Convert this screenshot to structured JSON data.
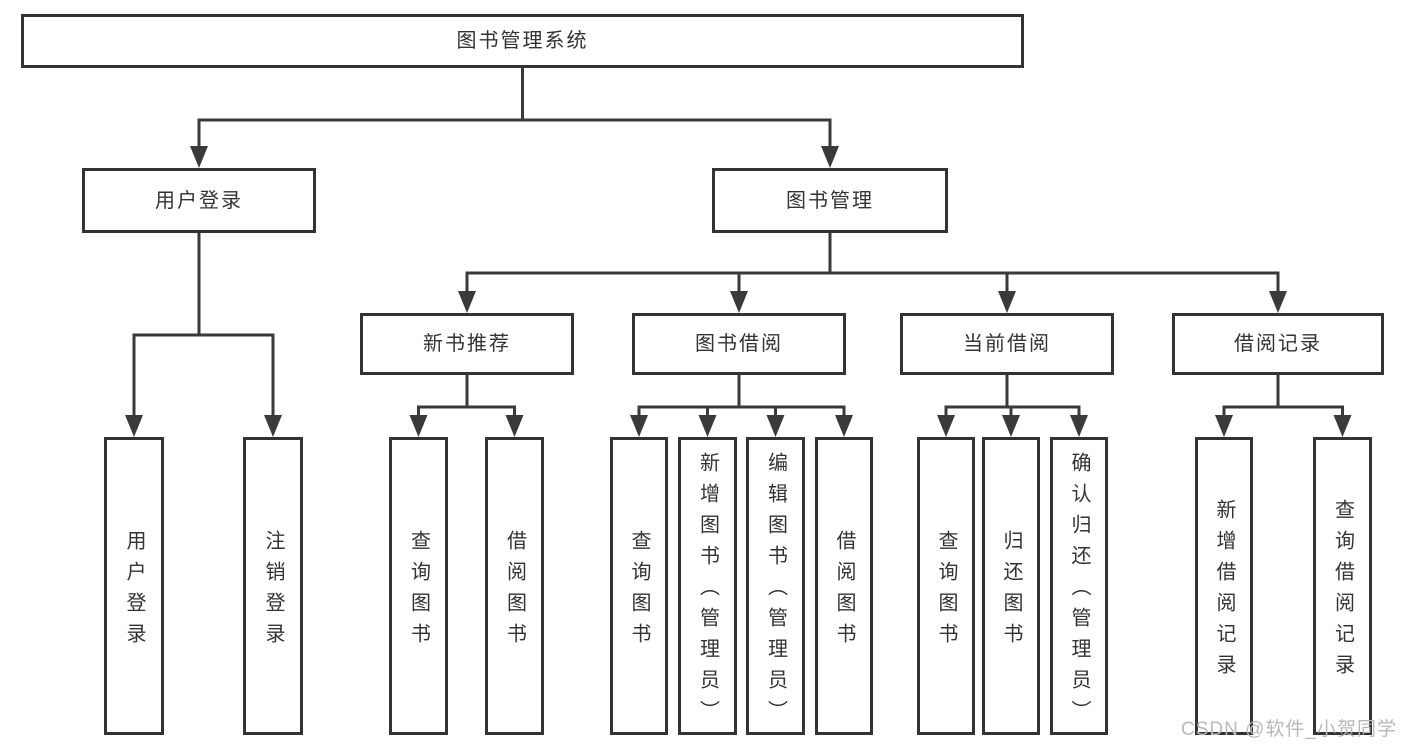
{
  "diagram_title": "图书管理系统",
  "watermark": "CSDN @软件_小贺同学",
  "colors": {
    "line": "#3a3a3a",
    "box_border": "#333333",
    "text": "#333333",
    "watermark": "#b9b9b9",
    "background": "#ffffff"
  },
  "nodes": [
    {
      "id": "root",
      "label": "图书管理系统",
      "parent": null
    },
    {
      "id": "login",
      "label": "用户登录",
      "parent": "root"
    },
    {
      "id": "mgmt",
      "label": "图书管理",
      "parent": "root"
    },
    {
      "id": "newbook",
      "label": "新书推荐",
      "parent": "mgmt"
    },
    {
      "id": "borrow",
      "label": "图书借阅",
      "parent": "mgmt"
    },
    {
      "id": "current",
      "label": "当前借阅",
      "parent": "mgmt"
    },
    {
      "id": "records",
      "label": "借阅记录",
      "parent": "mgmt"
    },
    {
      "id": "login-user",
      "label": "用户登录",
      "parent": "login"
    },
    {
      "id": "login-logout",
      "label": "注销登录",
      "parent": "login"
    },
    {
      "id": "newbook-query",
      "label": "查询图书",
      "parent": "newbook"
    },
    {
      "id": "newbook-borrow",
      "label": "借阅图书",
      "parent": "newbook"
    },
    {
      "id": "borrow-query",
      "label": "查询图书",
      "parent": "borrow"
    },
    {
      "id": "borrow-add",
      "label": "新增图书（管理员）",
      "parent": "borrow"
    },
    {
      "id": "borrow-edit",
      "label": "编辑图书（管理员）",
      "parent": "borrow"
    },
    {
      "id": "borrow-borrow",
      "label": "借阅图书",
      "parent": "borrow"
    },
    {
      "id": "current-query",
      "label": "查询图书",
      "parent": "current"
    },
    {
      "id": "current-return",
      "label": "归还图书",
      "parent": "current"
    },
    {
      "id": "current-confirm",
      "label": "确认归还（管理员）",
      "parent": "current"
    },
    {
      "id": "records-add",
      "label": "新增借阅记录",
      "parent": "records"
    },
    {
      "id": "records-query",
      "label": "查询借阅记录",
      "parent": "records"
    }
  ]
}
